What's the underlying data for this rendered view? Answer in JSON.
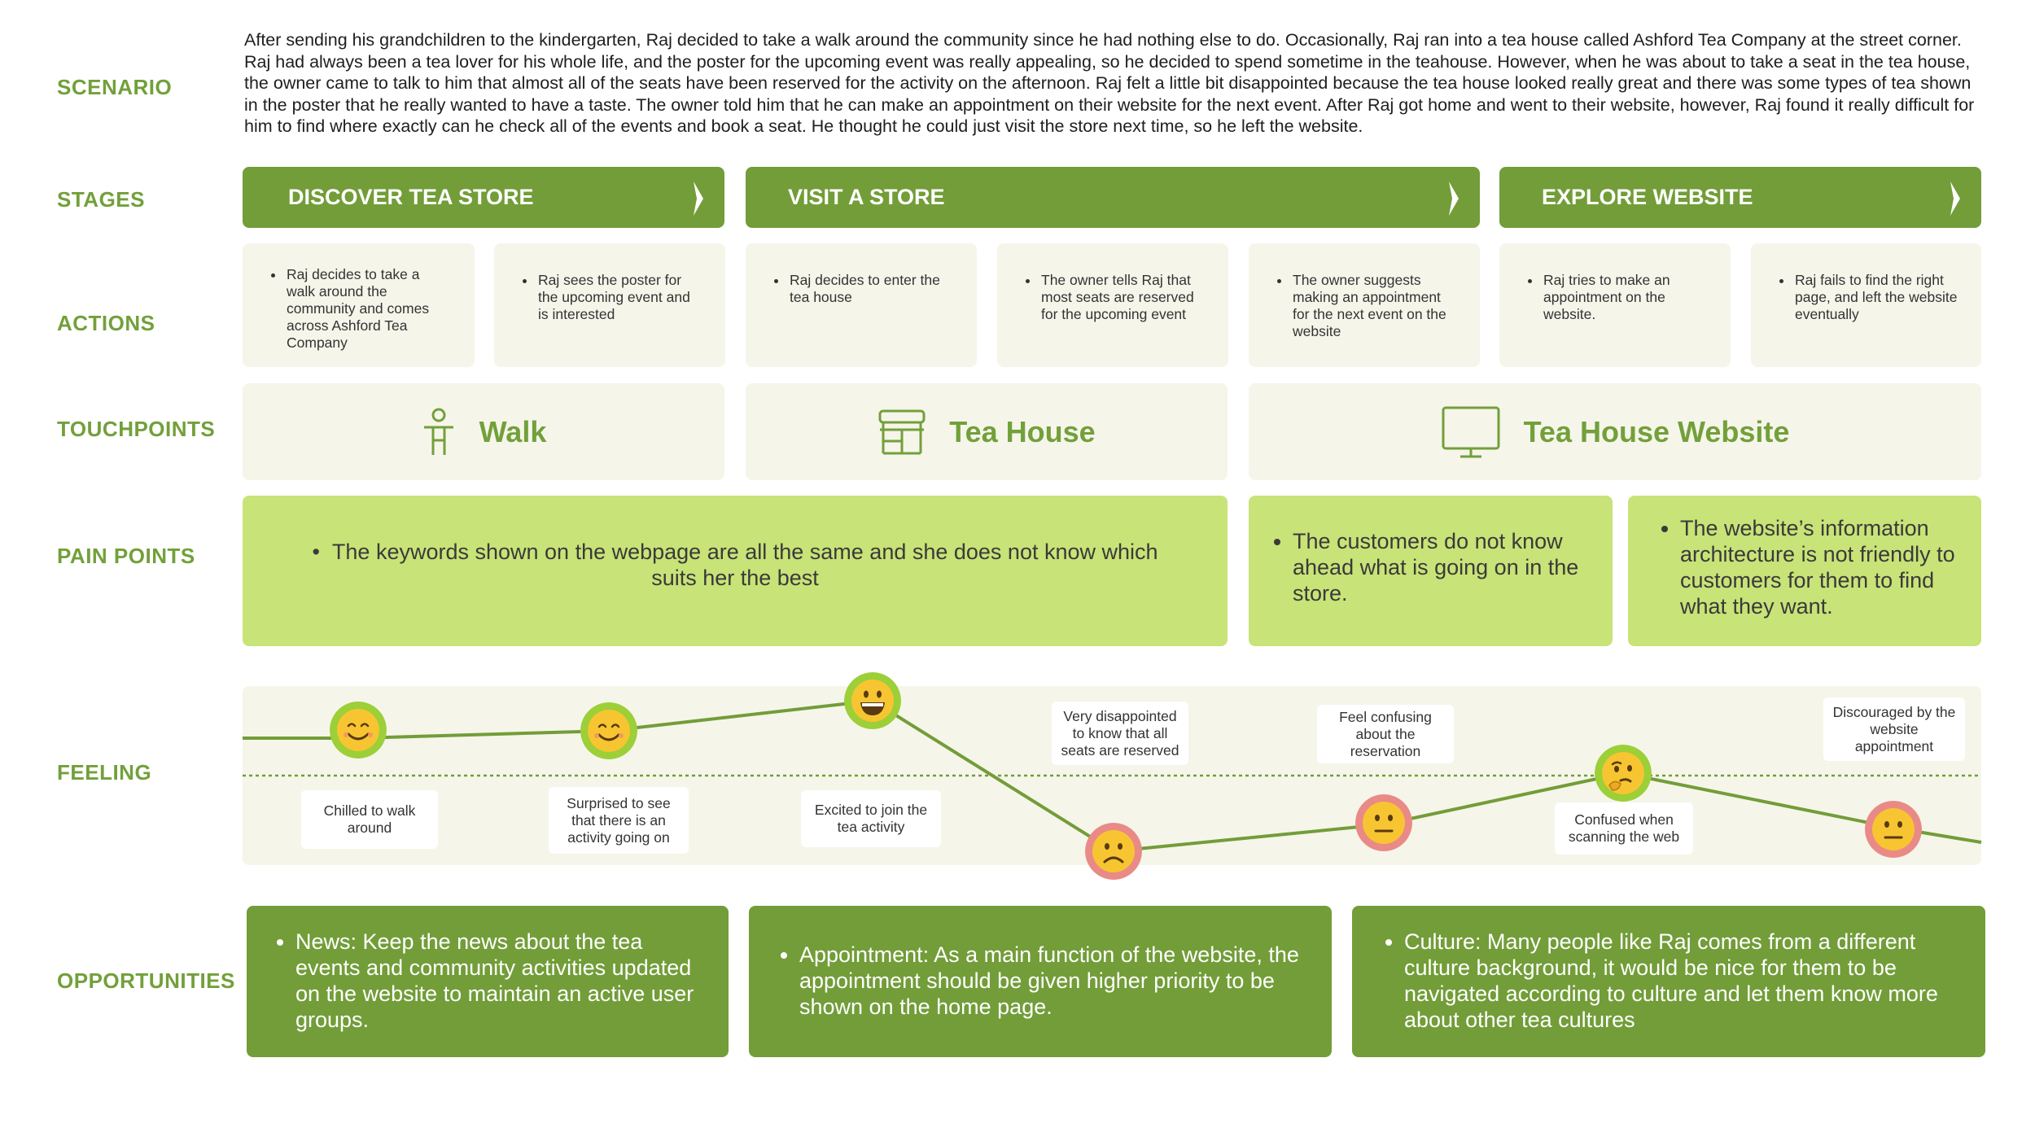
{
  "labels": {
    "scenario": "SCENARIO",
    "stages": "STAGES",
    "actions": "ACTIONS",
    "touchpoints": "TOUCHPOINTS",
    "pain_points": "PAIN POINTS",
    "feeling": "FEELING",
    "opportunities": "OPPORTUNITIES"
  },
  "scenario_text": "After sending his grandchildren to the kindergarten, Raj decided to take a walk around the community since he had nothing else to do. Occasionally, Raj ran into a tea house called Ashford Tea Company at the street corner. Raj had always been a tea lover for his whole life, and the poster for the upcoming event was really appealing, so he decided to spend sometime in the teahouse. However, when he was about to take a seat in the tea house, the owner came to talk to him that almost all of the seats have been reserved for the activity on the afternoon. Raj felt a little bit disappointed because the tea house looked really great and there was some types of tea shown in the poster that he really wanted to have a taste. The owner told him that he can make an appointment on their website for the next event. After Raj got home and went to their website, however, Raj found it really difficult for him to find where exactly can he check all of the events and book a seat. He thought he could just visit the store next time, so he left the website.",
  "stages": [
    "DISCOVER TEA STORE",
    "VISIT A STORE",
    "EXPLORE WEBSITE"
  ],
  "actions": [
    "Raj decides to take a walk around the community and comes across Ashford Tea Company",
    "Raj sees the poster for the upcoming event and is interested",
    "Raj decides to enter the tea house",
    "The owner tells Raj that most seats are reserved for the upcoming event",
    "The owner suggests making an appointment for the next event on the website",
    "Raj tries to make an appointment on the website.",
    "Raj fails to find the right page, and left the website eventually"
  ],
  "touchpoints": [
    {
      "label": "Walk",
      "icon": "walking-person-icon"
    },
    {
      "label": "Tea House",
      "icon": "storefront-icon"
    },
    {
      "label": "Tea House Website",
      "icon": "monitor-icon"
    }
  ],
  "pain_points": [
    "The keywords shown on the webpage  are all the same and she does not know which suits her the best",
    "The customers do not know ahead what is going on in the store.",
    "The website’s information architecture is not friendly to customers for them to find what they want."
  ],
  "feelings": [
    {
      "label": "Chilled to walk around",
      "mood": "happy"
    },
    {
      "label": "Surprised to see that there is an activity going on",
      "mood": "happy"
    },
    {
      "label": "Excited to join the tea activity",
      "mood": "excited"
    },
    {
      "label": "Very disappointed to know that all seats are reserved",
      "mood": "sad"
    },
    {
      "label": "Feel confusing about the reservation",
      "mood": "neutral"
    },
    {
      "label": "Confused when scanning the web",
      "mood": "thinking"
    },
    {
      "label": "Discouraged by the website appointment",
      "mood": "neutral"
    }
  ],
  "opportunities": [
    "News: Keep the news about the tea events and community activities updated on the website to maintain an active user groups.",
    "Appointment: As a main function of the website, the appointment should be given higher priority to be shown on the home page.",
    "Culture: Many people like Raj comes from a different culture background, it would be nice for them to be navigated according to culture and let them know more about other tea cultures"
  ],
  "colors": {
    "accent_green": "#729d38",
    "label_green": "#72a03a",
    "pain_green": "#c8e377",
    "card_beige": "#f6f5ea",
    "positive_ring": "#9ccf38",
    "negative_ring": "#e98a86",
    "emoji_yellow": "#f7c531"
  }
}
